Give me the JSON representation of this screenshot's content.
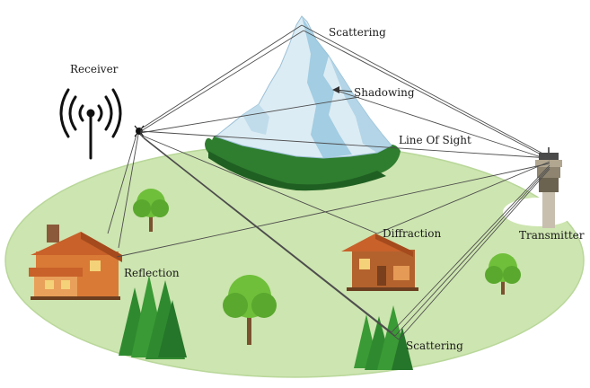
{
  "labels": {
    "receiver": "Receiver",
    "transmitter": "Transmitter",
    "scattering_top": "Scattering",
    "shadowing": "Shadowing",
    "line_of_sight": "Line Of Sight",
    "diffraction": "Diffraction",
    "reflection": "Reflection",
    "scattering_bottom": "Scattering"
  },
  "colors": {
    "ground": "#cde5b0",
    "ground_edge": "#b9d79a",
    "signal_path": "#4d4d4d",
    "forest": "#2f8a2f",
    "tree_canopy": "#6fbf3a",
    "house_roof": "#c8612a",
    "house_wall": "#d97a36",
    "mountain_ice": "#dcecf4",
    "mountain_shadow": "#8fc3dc",
    "tower": "#9a8e78"
  },
  "icons": {
    "receiver": "antenna-icon",
    "transmitter": "control-tower-icon"
  }
}
